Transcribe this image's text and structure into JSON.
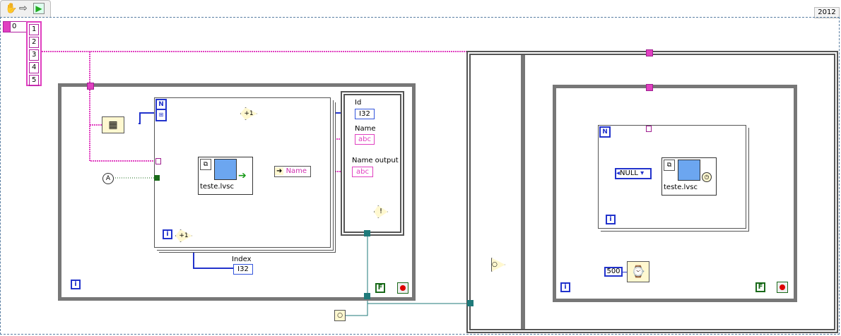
{
  "toolbar": {
    "icons": [
      "hand-icon",
      "arrow-right-icon",
      "run-icon"
    ]
  },
  "diagram": {
    "year": "2012",
    "array": {
      "index": "0",
      "items": [
        "1",
        "2",
        "3",
        "4",
        "5"
      ]
    },
    "for_loop_left": {
      "count_terminal": "N",
      "indicators": {
        "id": "Id",
        "name": "Name",
        "name_output": "Name output",
        "index": "Index"
      },
      "subvi_label": "teste.lvsc",
      "property_node": "Name",
      "type_i32": "I32",
      "type_abc": "abc",
      "increment": "+1",
      "iteration": "i"
    },
    "while_loop_left": {
      "iteration": "i",
      "stop_constant": "F"
    },
    "right_section": {
      "for_loop": {
        "count_terminal": "N",
        "iteration": "i",
        "null_constant": "NULL",
        "subvi_label": "teste.lvsc"
      },
      "wait_ms": "500",
      "iteration": "i",
      "stop_constant": "F"
    },
    "colors": {
      "string_wire": "#e040c0",
      "int_wire": "#2233cc",
      "ref_wire": "#1f7a7a",
      "loop_border": "#777777"
    }
  }
}
